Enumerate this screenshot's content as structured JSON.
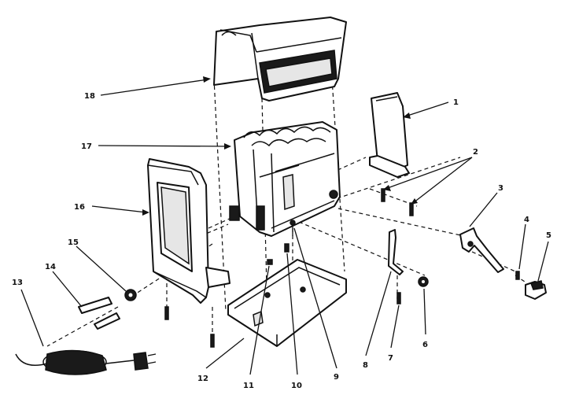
{
  "callouts": {
    "c1": "1",
    "c2": "2",
    "c3": "3",
    "c4": "4",
    "c5": "5",
    "c6": "6",
    "c7": "7",
    "c8": "8",
    "c9": "9",
    "c10": "10",
    "c11": "11",
    "c12": "12",
    "c13": "13",
    "c14": "14",
    "c15": "15",
    "c16": "16",
    "c17": "17",
    "c18": "18"
  },
  "colors": {
    "ink": "#111111",
    "paper": "#ffffff"
  }
}
